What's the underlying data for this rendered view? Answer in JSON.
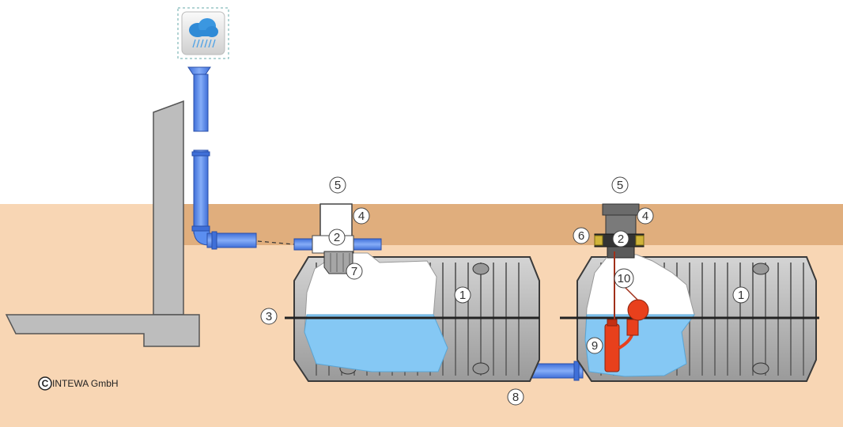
{
  "colors": {
    "sky": "#ffffff",
    "soil_dark": "#e0ae7d",
    "soil_light": "#f8d6b4",
    "concrete": "#bdbdbd",
    "tank_body": "#bfbfbf",
    "tank_rib": "#595959",
    "water": "#85c8f4",
    "pipe": "#5b8ef0",
    "pump": "#e8401c",
    "filter": "#a6a6a6",
    "shaft_dark": "#555555"
  },
  "icons": {
    "rain": "rain-cloud-icon",
    "copyright": "copyright-icon"
  },
  "copyright": {
    "symbol": "C",
    "text": "INTEWA GmbH"
  },
  "callouts": {
    "c1a": "1",
    "c1b": "1",
    "c2a": "2",
    "c2b": "2",
    "c3": "3",
    "c4a": "4",
    "c4b": "4",
    "c5a": "5",
    "c5b": "5",
    "c6": "6",
    "c7": "7",
    "c8": "8",
    "c9": "9",
    "c10": "10"
  }
}
